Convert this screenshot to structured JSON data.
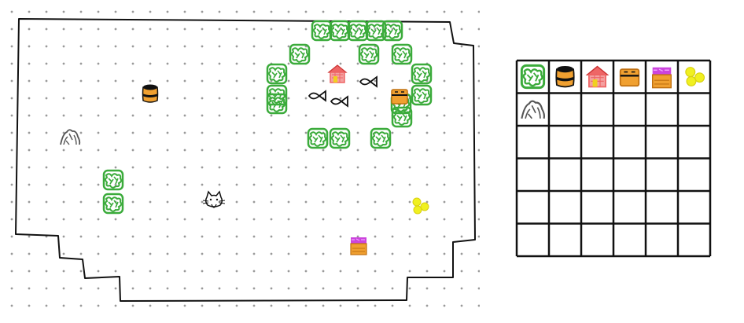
{
  "game": {
    "map": {
      "entities": [
        {
          "kind": "bush",
          "icon": "bush-icon"
        },
        {
          "kind": "bush",
          "icon": "bush-icon"
        },
        {
          "kind": "bush",
          "icon": "bush-icon"
        },
        {
          "kind": "bush",
          "icon": "bush-icon"
        },
        {
          "kind": "bush",
          "icon": "bush-icon"
        },
        {
          "kind": "bush",
          "icon": "bush-icon"
        },
        {
          "kind": "bush",
          "icon": "bush-icon"
        },
        {
          "kind": "bush",
          "icon": "bush-icon"
        },
        {
          "kind": "bush",
          "icon": "bush-icon"
        },
        {
          "kind": "bush",
          "icon": "bush-icon"
        },
        {
          "kind": "bush",
          "icon": "bush-icon"
        },
        {
          "kind": "bush",
          "icon": "bush-icon"
        },
        {
          "kind": "bush",
          "icon": "bush-icon"
        },
        {
          "kind": "bush",
          "icon": "bush-icon"
        },
        {
          "kind": "bush",
          "icon": "bush-icon"
        },
        {
          "kind": "bush",
          "icon": "bush-icon"
        },
        {
          "kind": "bush",
          "icon": "bush-icon"
        },
        {
          "kind": "bush",
          "icon": "bush-icon"
        },
        {
          "kind": "bush",
          "icon": "bush-icon"
        },
        {
          "kind": "bush",
          "icon": "bush-icon"
        },
        {
          "kind": "barrel",
          "icon": "barrel-icon"
        },
        {
          "kind": "rock",
          "icon": "rock-icon"
        },
        {
          "kind": "cat",
          "icon": "cat-icon"
        },
        {
          "kind": "house",
          "icon": "house-icon"
        },
        {
          "kind": "fish",
          "icon": "fish-icon"
        },
        {
          "kind": "fish",
          "icon": "fish-icon"
        },
        {
          "kind": "fish",
          "icon": "fish-icon"
        },
        {
          "kind": "treasure-chest",
          "icon": "chest-icon"
        },
        {
          "kind": "gold-coins",
          "icon": "coins-icon"
        },
        {
          "kind": "shop-stall",
          "icon": "stall-icon"
        }
      ]
    },
    "inventory": {
      "columns": 6,
      "rows": 6,
      "slots": [
        {
          "icon": "bush-icon"
        },
        {
          "icon": "barrel-icon"
        },
        {
          "icon": "house-icon"
        },
        {
          "icon": "chest-icon"
        },
        {
          "icon": "stall-icon"
        },
        {
          "icon": "coins-icon"
        },
        {
          "icon": "rock-icon"
        }
      ]
    },
    "colors": {
      "bush": "#3bab3b",
      "barrel": "#f0a030",
      "house": "#ee6666",
      "chest": "#f0a030",
      "stall_roof": "#cc44dd",
      "coins": "#f0f020",
      "rock": "#555555",
      "ink": "#111111",
      "grid_dot": "#9a9a9a"
    }
  }
}
